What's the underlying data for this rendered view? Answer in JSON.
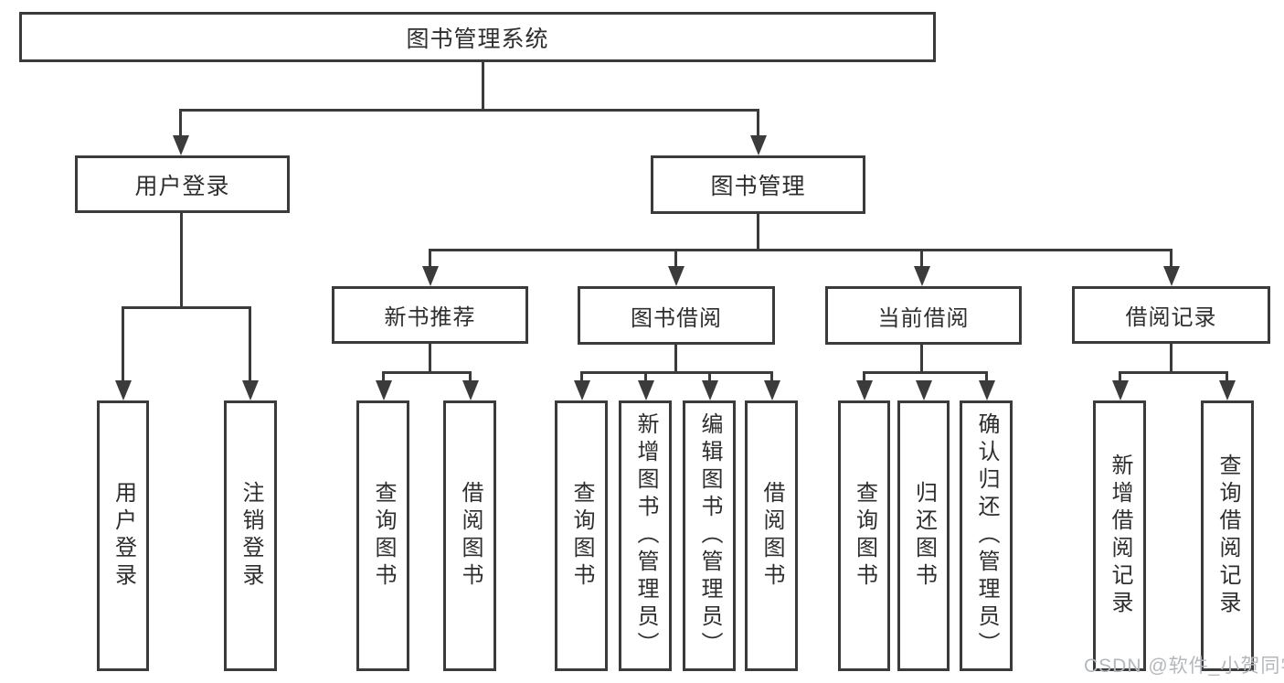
{
  "colors": {
    "background": "#ffffff",
    "box_bg": "#ffffff",
    "line": "#3b3b3b",
    "text": "#2e2e2e",
    "watermark": "#b4b7bb"
  },
  "nodes": {
    "root": "图书管理系统",
    "level2": [
      "用户登录",
      "图书管理"
    ],
    "level3": [
      "新书推荐",
      "图书借阅",
      "当前借阅",
      "借阅记录"
    ],
    "leaves_login": [
      "用户登录",
      "注销登录"
    ],
    "leaves_recommend": [
      "查询图书",
      "借阅图书"
    ],
    "leaves_borrow": [
      "查询图书",
      "新增图书（管理员）",
      "编辑图书（管理员）",
      "借阅图书"
    ],
    "leaves_current": [
      "查询图书",
      "归还图书",
      "确认归还（管理员）"
    ],
    "leaves_record": [
      "新增借阅记录",
      "查询借阅记录"
    ]
  },
  "watermark": "CSDN @软件_小贺同学"
}
